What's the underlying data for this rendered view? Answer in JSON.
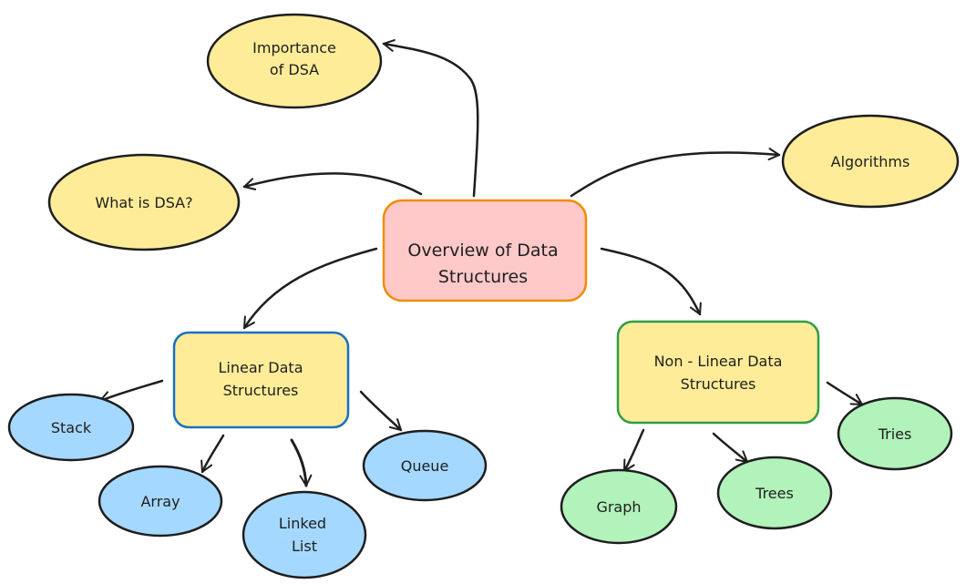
{
  "diagram": {
    "center": {
      "line1": "Overview of Data",
      "line2": "Structures",
      "fill": "#ffc9c9",
      "stroke": "#f08c00"
    },
    "importance": {
      "line1": "Importance",
      "line2": "of DSA",
      "fill": "#ffec99"
    },
    "what_is": {
      "label": "What is DSA?",
      "fill": "#ffec99"
    },
    "algorithms": {
      "label": "Algorithms",
      "fill": "#ffec99"
    },
    "linear": {
      "line1": "Linear Data",
      "line2": "Structures",
      "fill": "#ffec99",
      "stroke": "#1971c2"
    },
    "nonlinear": {
      "line1": "Non - Linear Data",
      "line2": "Structures",
      "fill": "#ffec99",
      "stroke": "#2f9e44"
    },
    "stack": {
      "label": "Stack",
      "fill": "#a5d8ff"
    },
    "array": {
      "label": "Array",
      "fill": "#a5d8ff"
    },
    "linked_list": {
      "line1": "Linked",
      "line2": "List",
      "fill": "#a5d8ff"
    },
    "queue": {
      "label": "Queue",
      "fill": "#a5d8ff"
    },
    "graph": {
      "label": "Graph",
      "fill": "#b2f2bb"
    },
    "trees": {
      "label": "Trees",
      "fill": "#b2f2bb"
    },
    "tries": {
      "label": "Tries",
      "fill": "#b2f2bb"
    },
    "stroke_color": "#1e1e1e"
  }
}
